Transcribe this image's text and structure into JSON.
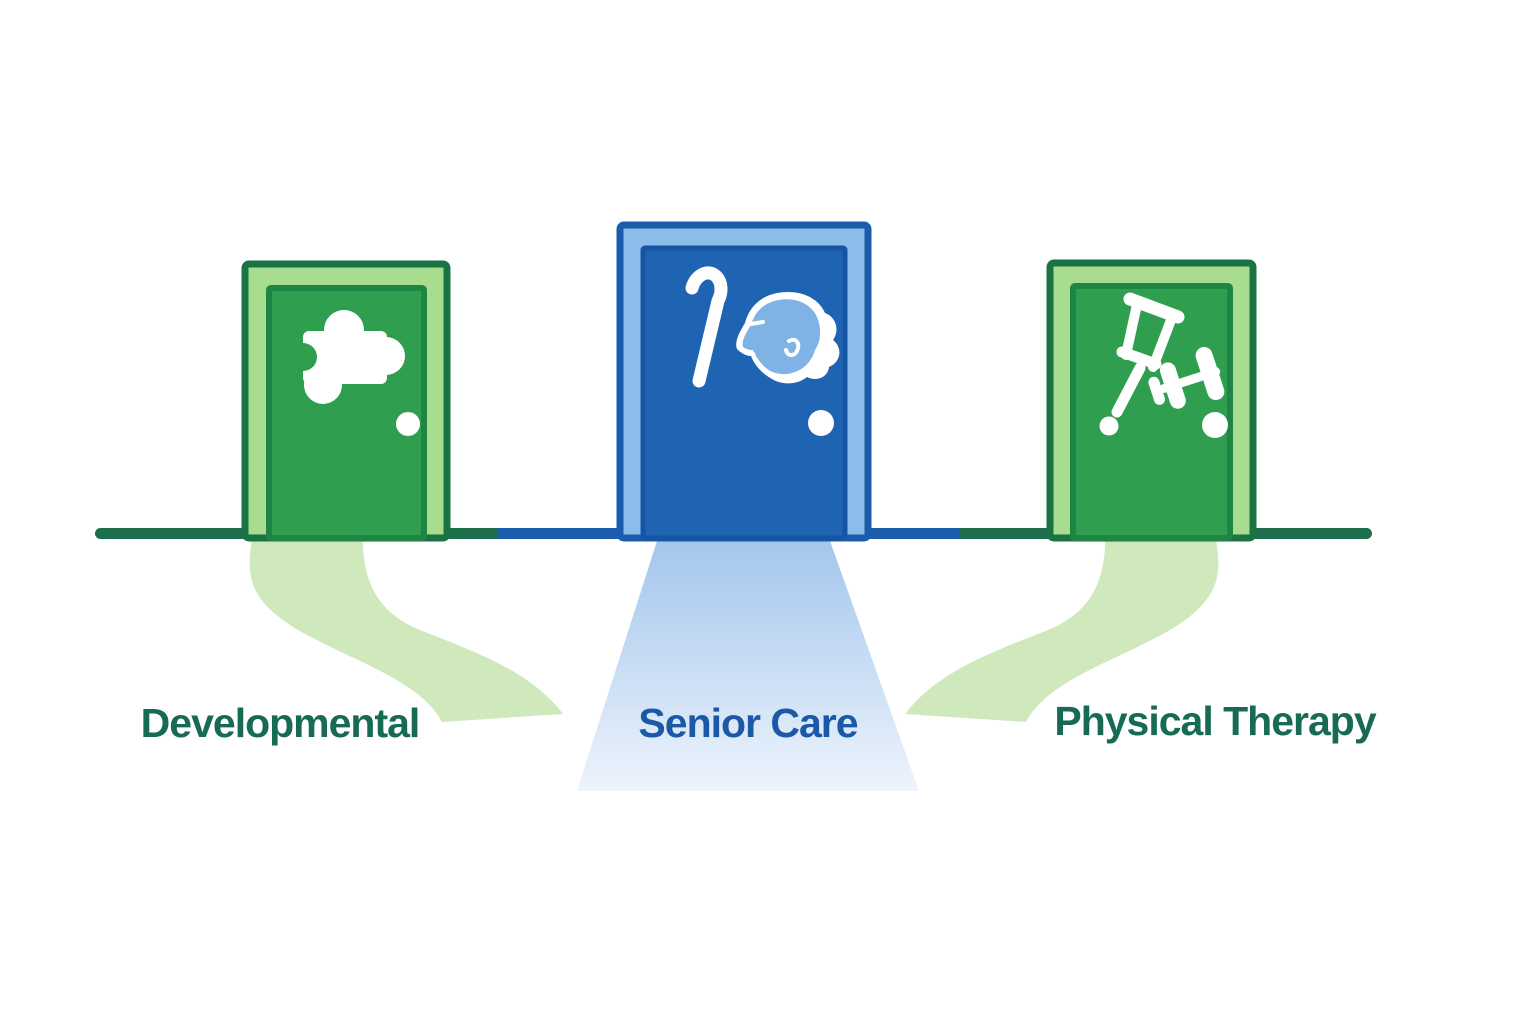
{
  "illustration": {
    "doors": [
      {
        "id": "developmental",
        "label": "Developmental",
        "icon": "puzzle-piece-icon",
        "color_scheme": "green"
      },
      {
        "id": "senior-care",
        "label": "Senior Care",
        "icon": "cane-and-elder-profile-icon",
        "color_scheme": "blue"
      },
      {
        "id": "physical-therapy",
        "label": "Physical Therapy",
        "icon": "crutch-and-dumbbell-icon",
        "color_scheme": "green"
      }
    ]
  },
  "colors": {
    "background": "#ffffff",
    "door_green_panel": "#2f9e4e",
    "door_green_panel_border": "#1f8544",
    "door_green_frame": "#a8dc8e",
    "door_green_outline": "#1a7342",
    "door_blue_panel": "#1e64b2",
    "door_blue_panel_border": "#1655a4",
    "door_blue_frame": "#8cbce9",
    "door_blue_outline": "#1b5dac",
    "floor_green": "#1d6f4b",
    "floor_blue": "#1d5dad",
    "path_green": "#cfe9bc",
    "beam_top": "#a4c6ec",
    "beam_bottom": "#edf4fc",
    "label_green": "#176B55",
    "label_blue": "#1B59A8",
    "icon_white": "#ffffff",
    "face_blue": "#7fb3e6"
  }
}
